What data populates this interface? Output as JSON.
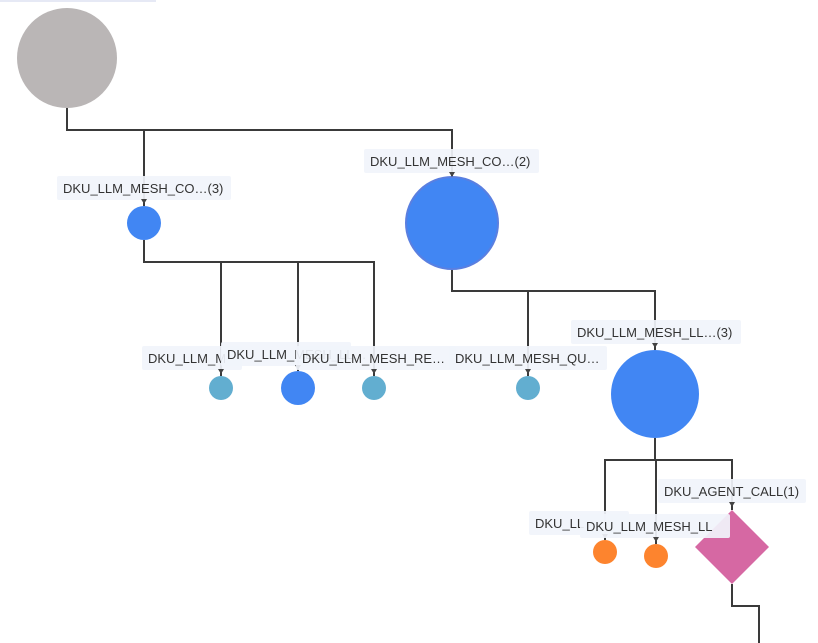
{
  "colors": {
    "root": "#bab6b6",
    "llm_call": "#4186f3",
    "retrieval": "#62aed0",
    "tool": "#fd842e",
    "agent": "#d668a3",
    "edge": "#3a3a3a",
    "label_bg": "#f1f4fb"
  },
  "nodes": [
    {
      "id": "root",
      "kind": "root",
      "label": ""
    },
    {
      "id": "c1",
      "kind": "llm_call",
      "label": "DKU_LLM_MESH_CO…(3)"
    },
    {
      "id": "c2",
      "kind": "llm_call",
      "label": "DKU_LLM_MESH_CO…(2)"
    },
    {
      "id": "c1a",
      "kind": "retrieval",
      "label": "DKU_LLM_M"
    },
    {
      "id": "c1b",
      "kind": "llm_call",
      "label": "DKU_LLM_MESH_LL…"
    },
    {
      "id": "c1c",
      "kind": "retrieval",
      "label": "DKU_LLM_MESH_RE…"
    },
    {
      "id": "c2a",
      "kind": "retrieval",
      "label": "DKU_LLM_MESH_QU…"
    },
    {
      "id": "c2b",
      "kind": "llm_call",
      "label": "DKU_LLM_MESH_LL…(3)"
    },
    {
      "id": "c2b1",
      "kind": "tool",
      "label": "DKU_LL"
    },
    {
      "id": "c2b2",
      "kind": "tool",
      "label": "DKU_LLM_MESH_LL"
    },
    {
      "id": "c2b3",
      "kind": "agent",
      "label": "DKU_AGENT_CALL(1)"
    }
  ],
  "edges": [
    [
      "root",
      "c1"
    ],
    [
      "root",
      "c2"
    ],
    [
      "c1",
      "c1a"
    ],
    [
      "c1",
      "c1b"
    ],
    [
      "c1",
      "c1c"
    ],
    [
      "c2",
      "c2a"
    ],
    [
      "c2",
      "c2b"
    ],
    [
      "c2b",
      "c2b1"
    ],
    [
      "c2b",
      "c2b2"
    ],
    [
      "c2b",
      "c2b3"
    ]
  ]
}
